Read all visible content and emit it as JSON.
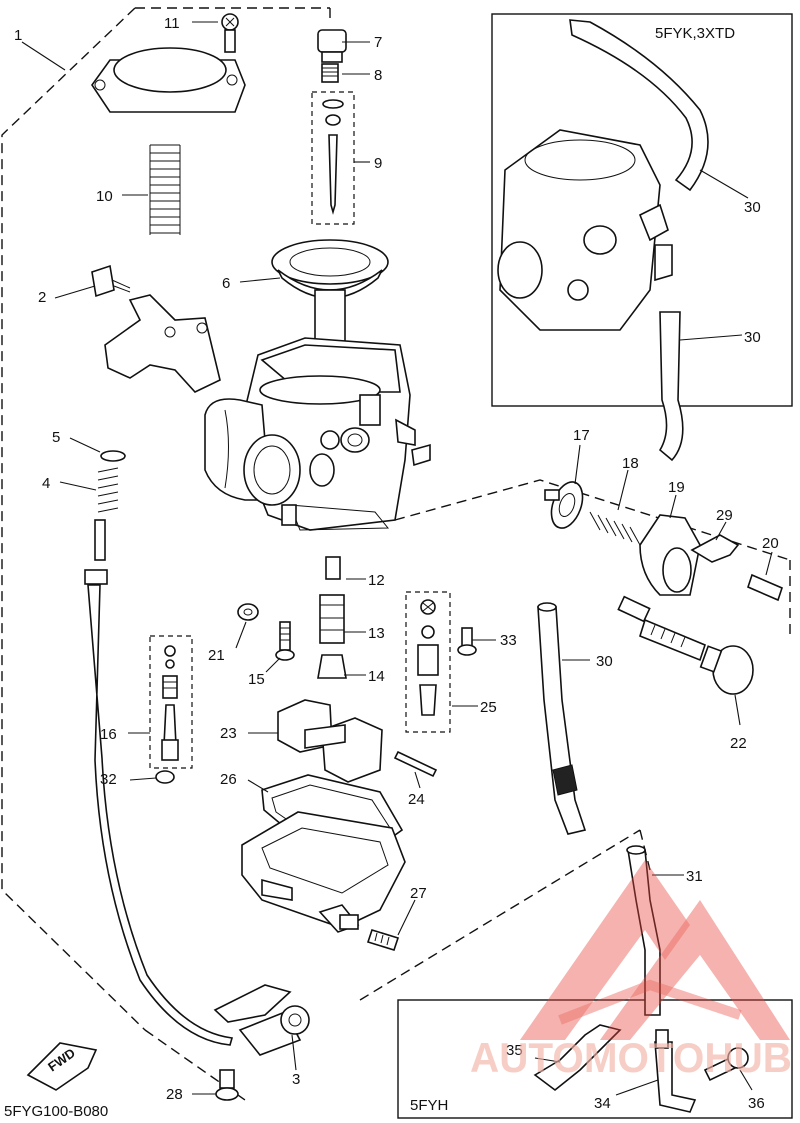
{
  "diagram": {
    "code": "5FYG100-B080",
    "inset_top_label": "5FYK,3XTD",
    "inset_bottom_label": "5FYH",
    "fwd_label": "FWD",
    "watermark": "AUTOMOTOHUB",
    "callouts": [
      "1",
      "2",
      "3",
      "4",
      "5",
      "6",
      "7",
      "8",
      "9",
      "10",
      "11",
      "12",
      "13",
      "14",
      "15",
      "16",
      "17",
      "18",
      "19",
      "20",
      "21",
      "22",
      "23",
      "24",
      "25",
      "26",
      "27",
      "28",
      "29",
      "30",
      "31",
      "32",
      "33",
      "34",
      "35",
      "36"
    ]
  },
  "colors": {
    "ink": "#111111",
    "watermark": "#e8463a"
  }
}
